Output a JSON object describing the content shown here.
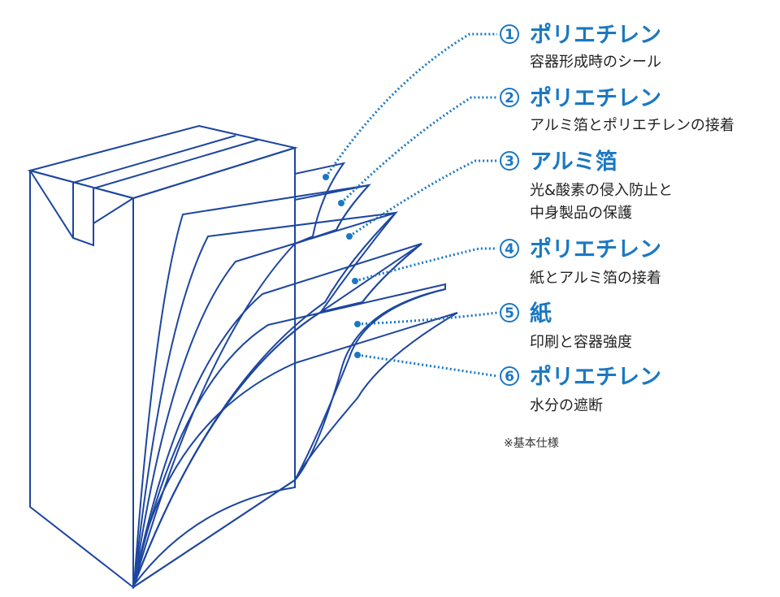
{
  "title": "紙容器の層構成",
  "colors": {
    "accent": "#1b78c2",
    "outline": "#1d46a0",
    "panel": "#3a62b0"
  },
  "layers": [
    {
      "num": "1",
      "name": "ポリエチレン",
      "desc": [
        "容器形成時のシール"
      ]
    },
    {
      "num": "2",
      "name": "ポリエチレン",
      "desc": [
        "アルミ箔とポリエチレンの接着"
      ]
    },
    {
      "num": "3",
      "name": "アルミ箔",
      "desc": [
        "光&酸素の侵入防止と",
        "中身製品の保護"
      ]
    },
    {
      "num": "4",
      "name": "ポリエチレン",
      "desc": [
        "紙とアルミ箔の接着"
      ]
    },
    {
      "num": "5",
      "name": "紙",
      "desc": [
        "印刷と容器強度"
      ]
    },
    {
      "num": "6",
      "name": "ポリエチレン",
      "desc": [
        "水分の遮断"
      ]
    }
  ],
  "note": "※基本仕様"
}
